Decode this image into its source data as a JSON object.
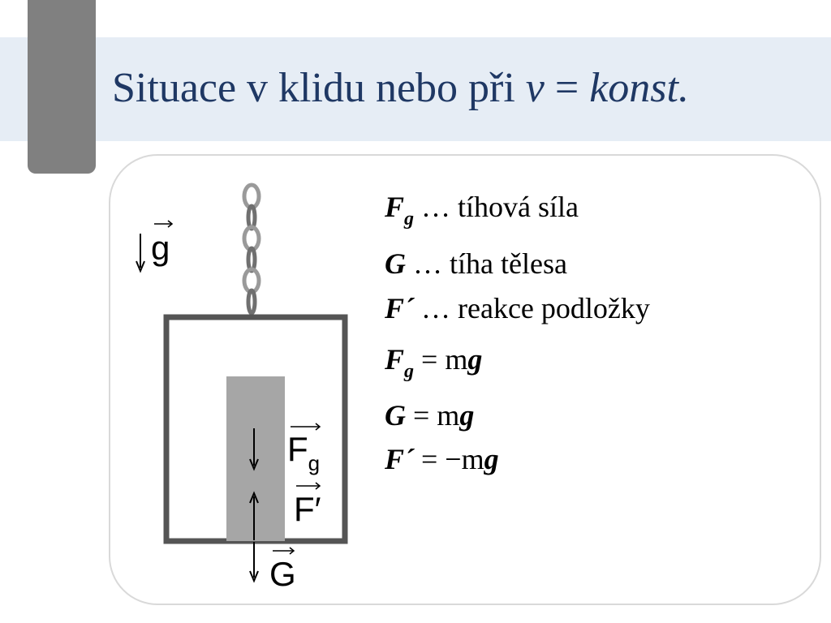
{
  "slide": {
    "title_main": "Situace v klidu nebo při ",
    "title_v": "v",
    "title_eq": " = ",
    "title_konst": "konst."
  },
  "diagram": {
    "g_label": "g",
    "fg_label": "F",
    "fg_sub": "g",
    "fprime_label": "F′",
    "G_label": "G"
  },
  "definitions": [
    {
      "symbol": "F",
      "sub": "g",
      "text": " … tíhová síla"
    },
    {
      "symbol": "G",
      "sub": "",
      "text": " … tíha tělesa"
    },
    {
      "symbol": "F´",
      "sub": "",
      "text": " … reakce podložky"
    }
  ],
  "equations": [
    {
      "symbol": "F",
      "sub": "g",
      "eq": " = m",
      "g": "g"
    },
    {
      "symbol": "G",
      "sub": "",
      "eq": " = m",
      "g": "g"
    },
    {
      "symbol": "F´",
      "sub": "",
      "eq": " = −m",
      "g": "g"
    }
  ]
}
